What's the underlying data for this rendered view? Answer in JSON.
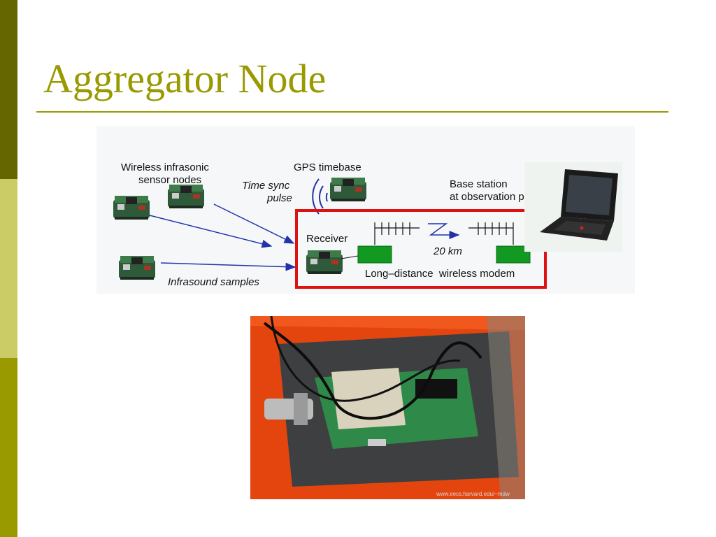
{
  "slide": {
    "title": "Aggregator Node"
  },
  "diagram": {
    "sensor_nodes_label": [
      "Wireless infrasonic",
      "sensor nodes"
    ],
    "gps_label": "GPS timebase",
    "time_sync_label": [
      "Time sync",
      "pulse"
    ],
    "base_station_label": [
      "Base station",
      "at observation post"
    ],
    "receiver_label": "Receiver",
    "distance_label": "20 km",
    "modem_label": "Long–distance  wireless modem",
    "samples_label": "Infrasound samples"
  },
  "photo": {
    "watermark": "www.eecs.harvard.edu/~mdw"
  },
  "colors": {
    "accent": "#999900",
    "highlight_box": "#dd1111",
    "modem_green": "#119922",
    "arrow_blue": "#2233aa"
  }
}
